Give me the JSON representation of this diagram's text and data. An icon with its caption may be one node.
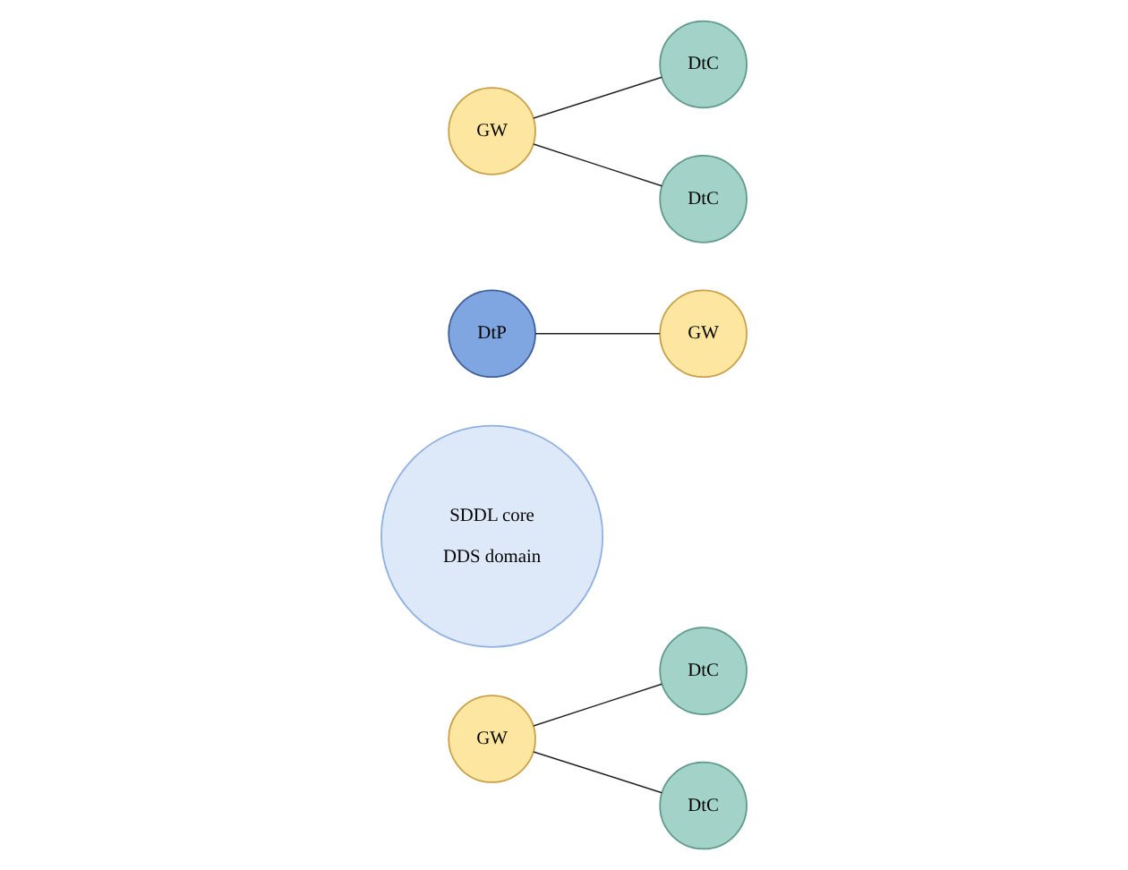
{
  "diagram": {
    "nodes": [
      {
        "text": [
          "DtC"
        ]
      },
      {
        "text": [
          "GW"
        ]
      },
      {
        "text": [
          "DtC"
        ]
      },
      {
        "text": [
          "SDDL core",
          "DDS domain"
        ]
      },
      {
        "text": [
          "DtP"
        ]
      },
      {
        "text": [
          "GW"
        ]
      },
      {
        "text": [
          "GW"
        ]
      },
      {
        "text": [
          "DtC"
        ]
      },
      {
        "text": [
          "DtC"
        ]
      }
    ],
    "edges": [
      {
        "from": 4,
        "to": 5,
        "arrow": "none"
      },
      {
        "from": 1,
        "to": 0,
        "arrow": "none"
      },
      {
        "from": 1,
        "to": 2,
        "arrow": "none"
      },
      {
        "from": 6,
        "to": 7,
        "arrow": "none"
      },
      {
        "from": 6,
        "to": 8,
        "arrow": "none"
      }
    ]
  }
}
